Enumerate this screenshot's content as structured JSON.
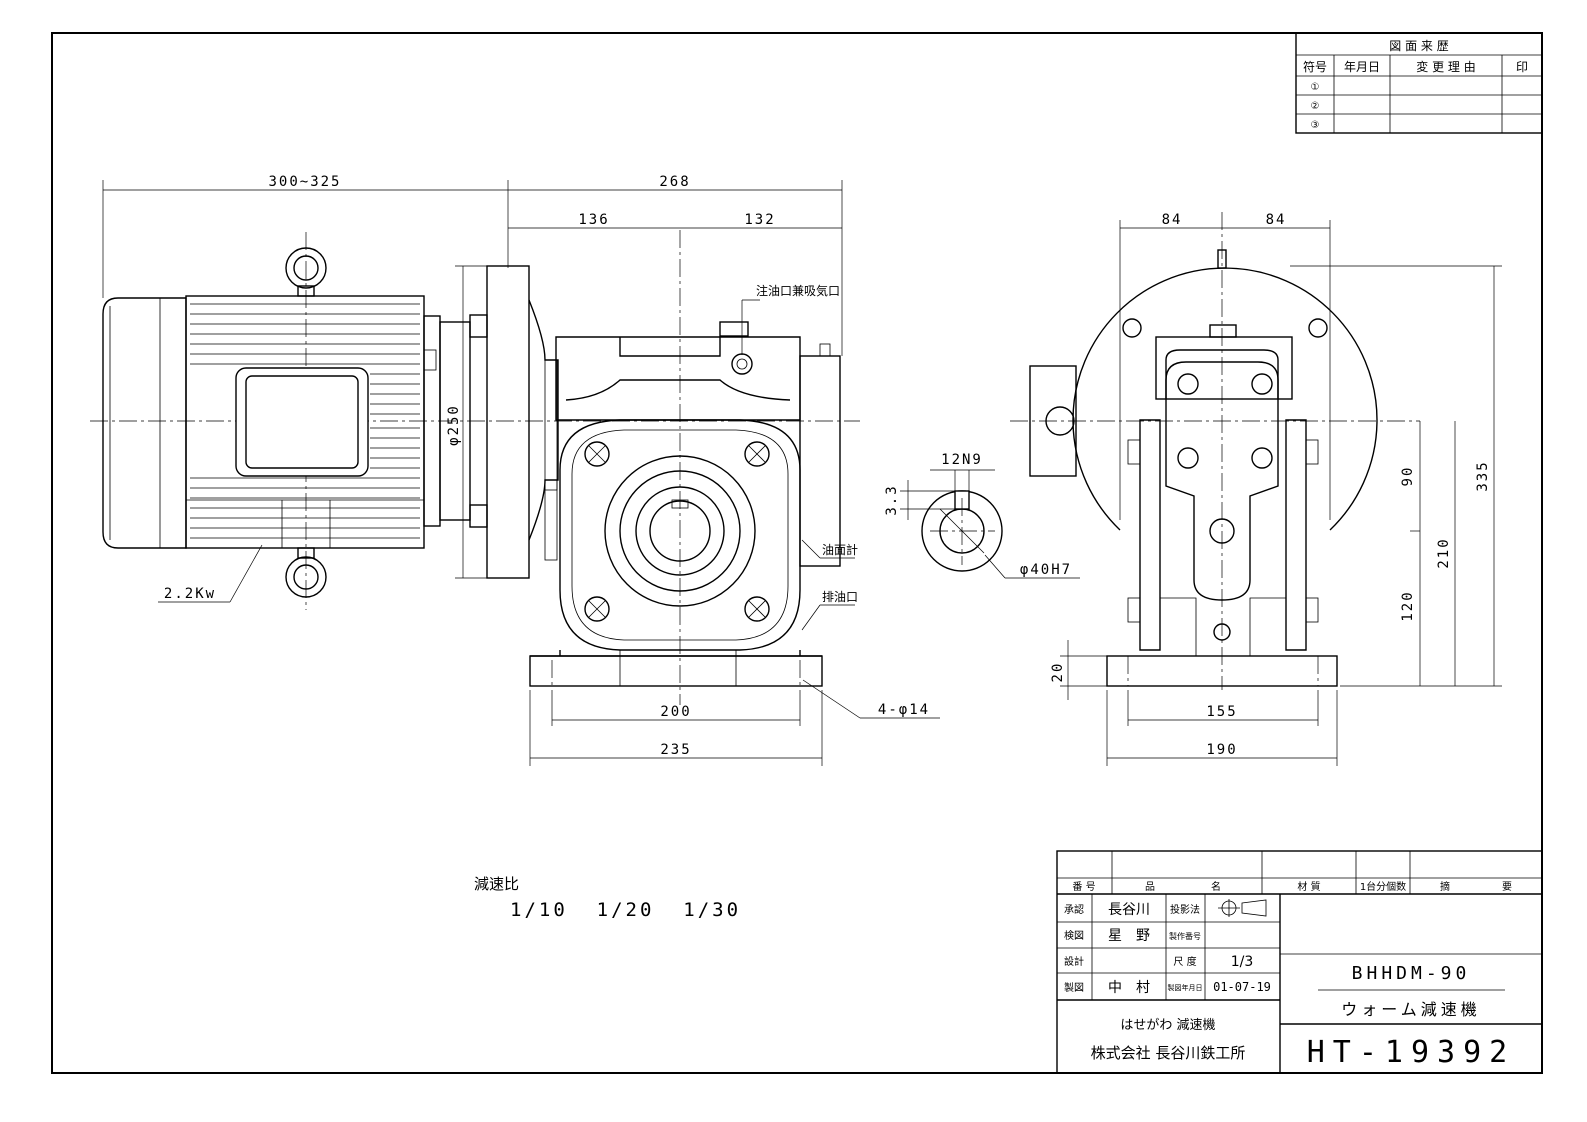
{
  "revision_table": {
    "title": "図 面 来 歴",
    "headers": [
      "符号",
      "年月日",
      "変 更 理 由",
      "印"
    ],
    "symbols": [
      "①",
      "②",
      "③"
    ]
  },
  "dimensions": {
    "overall_motor": "300~325",
    "overall_reducer": "268",
    "left_half": "136",
    "right_half": "132",
    "flange_dia": "φ250",
    "motor_power": "2.2Kw",
    "base_inner": "200",
    "base_outer": "235",
    "bolt_holes": "4-φ14",
    "key_width": "12N9",
    "key_depth": "3.3",
    "shaft_bore": "φ40H7",
    "side_left": "84",
    "side_right": "84",
    "center_upper": "90",
    "center_lower": "120",
    "center_height": "210",
    "total_height": "335",
    "base_thickness": "20",
    "base_side_inner": "155",
    "base_side_outer": "190"
  },
  "labels": {
    "oil_inlet": "注油口兼吸気口",
    "oil_gauge": "油面計",
    "oil_drain": "排油口"
  },
  "ratio": {
    "label": "減速比",
    "values": "1/10  1/20  1/30"
  },
  "title_block": {
    "header": [
      "番 号",
      "品",
      "名",
      "材  質",
      "1台分個数",
      "摘",
      "要"
    ],
    "approved_label": "承認",
    "approved_name": "長谷川",
    "projection_label": "投影法",
    "checked_label": "検図",
    "checked_name": "星　野",
    "serial_label": "製作番号",
    "design_label": "設計",
    "scale_label": "尺 度",
    "scale_value": "1/3",
    "drawn_label": "製図",
    "drawn_name": "中　村",
    "date_label": "製図年月日",
    "date_value": "01-07-19",
    "brand": "はせがわ 減速機",
    "company": "株式会社 長谷川鉄工所",
    "model": "BHHDM-90",
    "product": "ウォーム減速機",
    "drawing_no": "HT-19392"
  }
}
